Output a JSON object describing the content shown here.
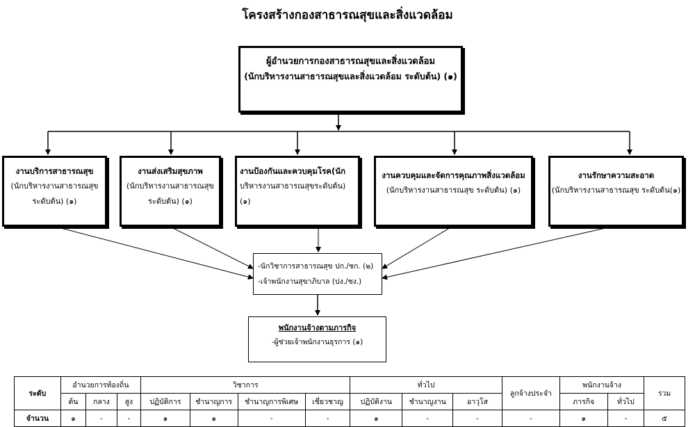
{
  "title": "โครงสร้างกองสาธารณสุขและสิ่งแวดล้อม",
  "director": {
    "line1": "ผู้อำนวยการกองสาธารณสุขและสิ่งแวดล้อม",
    "line2": "(นักบริหารงานสาธารณสุขและสิ่งแวดล้อม   ระดับต้น) (๑)"
  },
  "units": [
    {
      "line1": "งานบริการสาธารณสุข",
      "line2": "(นักบริหารงานสาธารณสุข",
      "line3": "ระดับต้น) (๑)"
    },
    {
      "line1": "งานส่งเสริมสุขภาพ",
      "line2": "(นักบริหารงานสาธารณสุข",
      "line3": "ระดับต้น) (๑)"
    },
    {
      "line1": "งานป้องกันและควบคุมโรค(นัก",
      "line2": "บริหารงานสาธารณสุขระดับต้น) (๑)"
    },
    {
      "line1": "งานควบคุมและจัดการคุณภาพสิ่งแวดล้อม",
      "line2": "(นักบริหารงานสาธารณสุข ระดับต้น) (๑)"
    },
    {
      "line1": "งานรักษาความสะอาด",
      "line2": "(นักบริหารงานสาธารณสุข  ระดับต้น(๑)"
    }
  ],
  "center": {
    "line1": "-นักวิชาการสาธารณสุข ปก./ชก. (๒)",
    "line2": "-เจ้าพนักงานสุขาภิบาล (ปง./ชง.)"
  },
  "staff": {
    "heading": "พนักงานจ้างตามภารกิจ",
    "line1": "-ผู้ช่วยเจ้าพนักงานธุรการ (๑)"
  },
  "table": {
    "level_label": "ระดับ",
    "count_label": "จำนวน",
    "total_label": "รวม",
    "groups": {
      "local_admin": "อำนวยการท้องถิ่น",
      "academic": "วิชาการ",
      "general": "ทั่วไป",
      "permanent": "ลูกจ้างประจำ",
      "contract": "พนักงานจ้าง"
    },
    "columns": [
      "ต้น",
      "กลาง",
      "สูง",
      "ปฏิบัติการ",
      "ชำนาญการ",
      "ชำนาญการพิเศษ",
      "เชี่ยวชาญ",
      "ปฏิบัติงาน",
      "ชำนาญงาน",
      "อาวุโส",
      "ภารกิจ",
      "ทั่วไป"
    ],
    "counts": [
      "๑",
      "-",
      "-",
      "๑",
      "๑",
      "-",
      "-",
      "๑",
      "-",
      "-",
      "-",
      "๑",
      "-",
      "๕"
    ]
  }
}
